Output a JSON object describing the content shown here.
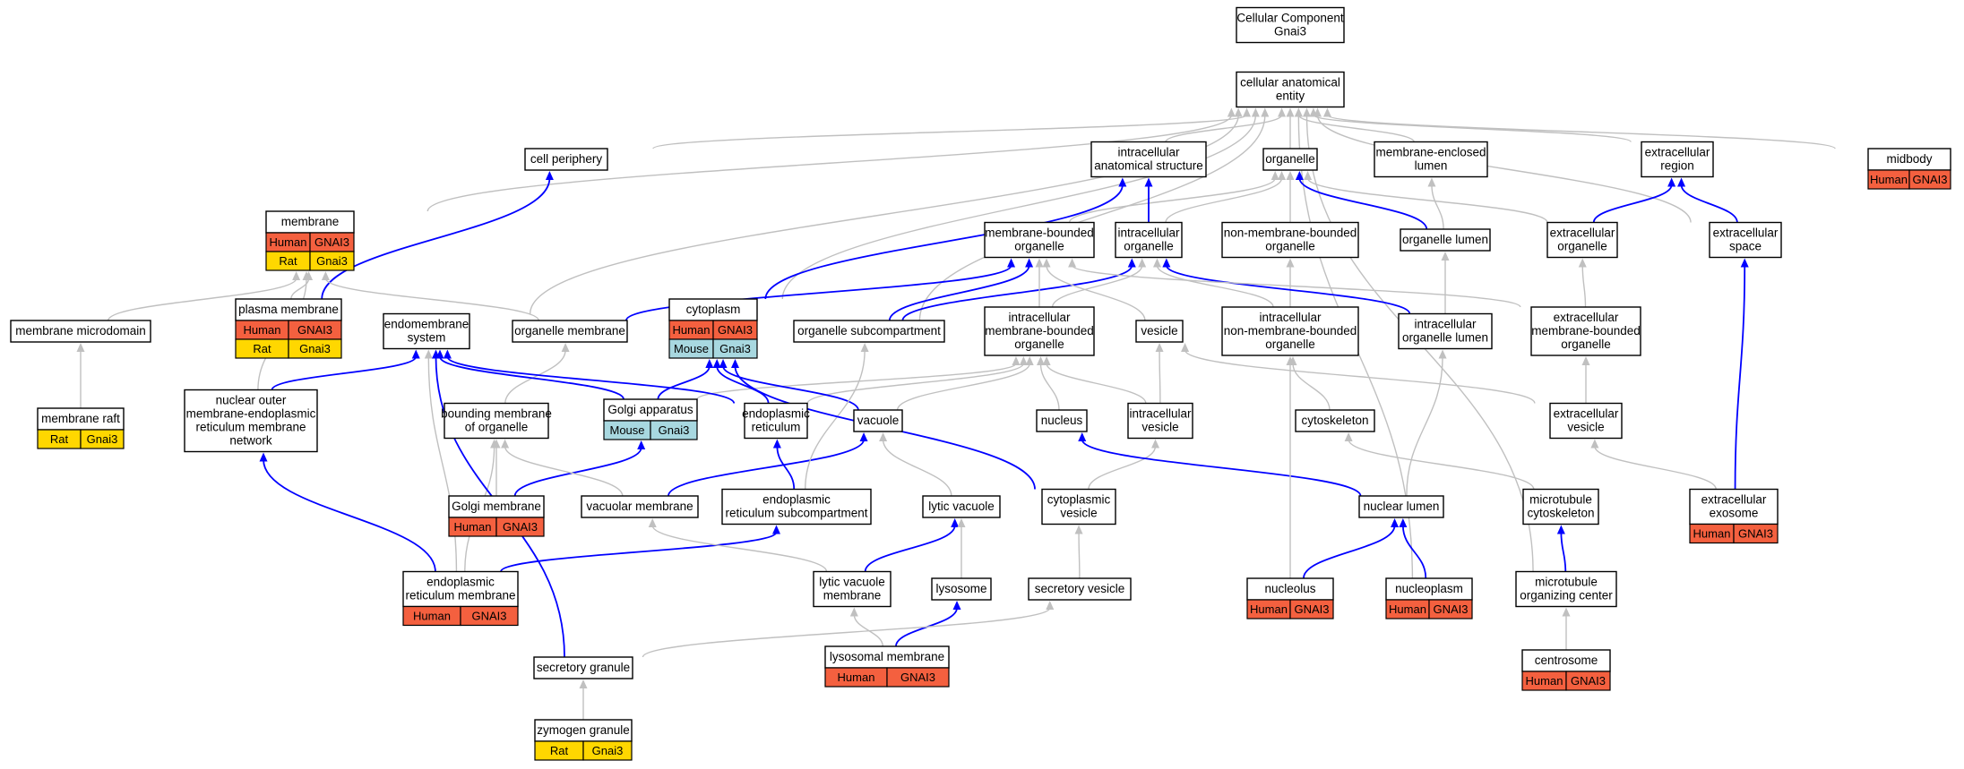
{
  "graph": {
    "title": "Cellular Component\nGnai3",
    "colors": {
      "human": "#f4603f",
      "rat": "#ffd700",
      "mouse": "#a8d8e0",
      "is_a_edge": "#c0c0c0",
      "part_of_edge": "#0000ff"
    },
    "nodes": [
      {
        "id": "root",
        "label": "Cellular Component\nGnai3"
      },
      {
        "id": "cae",
        "label": "cellular anatomical\nentity"
      },
      {
        "id": "cellperiph",
        "label": "cell periphery"
      },
      {
        "id": "ias",
        "label": "intracellular\nanatomical structure"
      },
      {
        "id": "organelle",
        "label": "organelle"
      },
      {
        "id": "mel",
        "label": "membrane-enclosed\nlumen"
      },
      {
        "id": "extreg",
        "label": "extracellular\nregion"
      },
      {
        "id": "midbody",
        "label": "midbody",
        "annotations": [
          {
            "species": "Human",
            "gene": "GNAI3"
          }
        ]
      },
      {
        "id": "membrane",
        "label": "membrane",
        "annotations": [
          {
            "species": "Human",
            "gene": "GNAI3"
          },
          {
            "species": "Rat",
            "gene": "Gnai3"
          }
        ]
      },
      {
        "id": "mbo",
        "label": "membrane-bounded\norganelle"
      },
      {
        "id": "intorg",
        "label": "intracellular\norganelle"
      },
      {
        "id": "nmbo",
        "label": "non-membrane-bounded\norganelle"
      },
      {
        "id": "orglumen",
        "label": "organelle lumen"
      },
      {
        "id": "extorg",
        "label": "extracellular\norganelle"
      },
      {
        "id": "extspace",
        "label": "extracellular\nspace"
      },
      {
        "id": "plasmamem",
        "label": "plasma membrane",
        "annotations": [
          {
            "species": "Human",
            "gene": "GNAI3"
          },
          {
            "species": "Rat",
            "gene": "Gnai3"
          }
        ]
      },
      {
        "id": "memmicro",
        "label": "membrane microdomain"
      },
      {
        "id": "endomem",
        "label": "endomembrane\nsystem"
      },
      {
        "id": "orgmem",
        "label": "organelle membrane"
      },
      {
        "id": "cytoplasm",
        "label": "cytoplasm",
        "annotations": [
          {
            "species": "Human",
            "gene": "GNAI3"
          },
          {
            "species": "Mouse",
            "gene": "Gnai3"
          }
        ]
      },
      {
        "id": "orgsub",
        "label": "organelle subcompartment"
      },
      {
        "id": "imbo",
        "label": "intracellular\nmembrane-bounded\norganelle"
      },
      {
        "id": "vesicle",
        "label": "vesicle"
      },
      {
        "id": "inmbo",
        "label": "intracellular\nnon-membrane-bounded\norganelle"
      },
      {
        "id": "intorglumen",
        "label": "intracellular\norganelle lumen"
      },
      {
        "id": "extmbo",
        "label": "extracellular\nmembrane-bounded\norganelle"
      },
      {
        "id": "memraft",
        "label": "membrane raft",
        "annotations": [
          {
            "species": "Rat",
            "gene": "Gnai3"
          }
        ]
      },
      {
        "id": "nucouter",
        "label": "nuclear outer\nmembrane-endoplasmic\nreticulum membrane\nnetwork"
      },
      {
        "id": "boundmem",
        "label": "bounding membrane\nof organelle"
      },
      {
        "id": "golgi",
        "label": "Golgi apparatus",
        "annotations": [
          {
            "species": "Mouse",
            "gene": "Gnai3"
          }
        ]
      },
      {
        "id": "er",
        "label": "endoplasmic\nreticulum"
      },
      {
        "id": "vacuole",
        "label": "vacuole"
      },
      {
        "id": "nucleus",
        "label": "nucleus"
      },
      {
        "id": "intves",
        "label": "intracellular\nvesicle"
      },
      {
        "id": "cytoskeleton",
        "label": "cytoskeleton"
      },
      {
        "id": "extves",
        "label": "extracellular\nvesicle"
      },
      {
        "id": "golgimem",
        "label": "Golgi membrane",
        "annotations": [
          {
            "species": "Human",
            "gene": "GNAI3"
          }
        ]
      },
      {
        "id": "vacmem",
        "label": "vacuolar membrane"
      },
      {
        "id": "ersub",
        "label": "endoplasmic\nreticulum subcompartment"
      },
      {
        "id": "lytvac",
        "label": "lytic vacuole"
      },
      {
        "id": "cytoves",
        "label": "cytoplasmic\nvesicle"
      },
      {
        "id": "nuclumen",
        "label": "nuclear lumen"
      },
      {
        "id": "mtcyto",
        "label": "microtubule\ncytoskeleton"
      },
      {
        "id": "extexo",
        "label": "extracellular\nexosome",
        "annotations": [
          {
            "species": "Human",
            "gene": "GNAI3"
          }
        ]
      },
      {
        "id": "ermem",
        "label": "endoplasmic\nreticulum membrane",
        "annotations": [
          {
            "species": "Human",
            "gene": "GNAI3"
          }
        ]
      },
      {
        "id": "lytvacmem",
        "label": "lytic vacuole\nmembrane"
      },
      {
        "id": "lysosome",
        "label": "lysosome"
      },
      {
        "id": "secves",
        "label": "secretory vesicle"
      },
      {
        "id": "nucleolus",
        "label": "nucleolus",
        "annotations": [
          {
            "species": "Human",
            "gene": "GNAI3"
          }
        ]
      },
      {
        "id": "nucleoplasm",
        "label": "nucleoplasm",
        "annotations": [
          {
            "species": "Human",
            "gene": "GNAI3"
          }
        ]
      },
      {
        "id": "mtoc",
        "label": "microtubule\norganizing center"
      },
      {
        "id": "lysomem",
        "label": "lysosomal membrane",
        "annotations": [
          {
            "species": "Human",
            "gene": "GNAI3"
          }
        ]
      },
      {
        "id": "secgran",
        "label": "secretory granule"
      },
      {
        "id": "centrosome",
        "label": "centrosome",
        "annotations": [
          {
            "species": "Human",
            "gene": "GNAI3"
          }
        ]
      },
      {
        "id": "zymogen",
        "label": "zymogen granule",
        "annotations": [
          {
            "species": "Rat",
            "gene": "Gnai3"
          }
        ]
      }
    ],
    "edges": [
      {
        "from": "cellperiph",
        "to": "cae",
        "type": "is_a"
      },
      {
        "from": "ias",
        "to": "cae",
        "type": "is_a"
      },
      {
        "from": "organelle",
        "to": "cae",
        "type": "is_a"
      },
      {
        "from": "mel",
        "to": "cae",
        "type": "is_a"
      },
      {
        "from": "extreg",
        "to": "cae",
        "type": "is_a"
      },
      {
        "from": "midbody",
        "to": "cae",
        "type": "is_a"
      },
      {
        "from": "membrane",
        "to": "cae",
        "type": "is_a"
      },
      {
        "from": "extspace",
        "to": "cae",
        "type": "is_a"
      },
      {
        "from": "cytoplasm",
        "to": "cae",
        "type": "is_a"
      },
      {
        "from": "endomem",
        "to": "cae",
        "type": "is_a"
      },
      {
        "from": "orgsub",
        "to": "cae",
        "type": "is_a"
      },
      {
        "from": "nucleoplasm",
        "to": "cae",
        "type": "is_a"
      },
      {
        "from": "mtoc",
        "to": "cae",
        "type": "is_a"
      },
      {
        "from": "mbo",
        "to": "organelle",
        "type": "is_a"
      },
      {
        "from": "intorg",
        "to": "organelle",
        "type": "is_a"
      },
      {
        "from": "nmbo",
        "to": "organelle",
        "type": "is_a"
      },
      {
        "from": "extorg",
        "to": "organelle",
        "type": "is_a"
      },
      {
        "from": "orglumen",
        "to": "organelle",
        "type": "part_of"
      },
      {
        "from": "orglumen",
        "to": "mel",
        "type": "is_a"
      },
      {
        "from": "intorg",
        "to": "ias",
        "type": "part_of"
      },
      {
        "from": "extorg",
        "to": "extreg",
        "type": "part_of"
      },
      {
        "from": "extspace",
        "to": "extreg",
        "type": "part_of"
      },
      {
        "from": "plasmamem",
        "to": "membrane",
        "type": "is_a"
      },
      {
        "from": "plasmamem",
        "to": "cellperiph",
        "type": "part_of"
      },
      {
        "from": "memmicro",
        "to": "membrane",
        "type": "is_a"
      },
      {
        "from": "orgmem",
        "to": "membrane",
        "type": "is_a"
      },
      {
        "from": "nucouter",
        "to": "membrane",
        "type": "is_a"
      },
      {
        "from": "orgmem",
        "to": "mbo",
        "type": "part_of"
      },
      {
        "from": "cytoplasm",
        "to": "ias",
        "type": "part_of"
      },
      {
        "from": "orgsub",
        "to": "mbo",
        "type": "part_of"
      },
      {
        "from": "orgsub",
        "to": "intorg",
        "type": "part_of"
      },
      {
        "from": "imbo",
        "to": "mbo",
        "type": "is_a"
      },
      {
        "from": "imbo",
        "to": "intorg",
        "type": "is_a"
      },
      {
        "from": "vesicle",
        "to": "mbo",
        "type": "is_a"
      },
      {
        "from": "inmbo",
        "to": "nmbo",
        "type": "is_a"
      },
      {
        "from": "inmbo",
        "to": "intorg",
        "type": "is_a"
      },
      {
        "from": "intorglumen",
        "to": "orglumen",
        "type": "is_a"
      },
      {
        "from": "intorglumen",
        "to": "intorg",
        "type": "part_of"
      },
      {
        "from": "extmbo",
        "to": "extorg",
        "type": "is_a"
      },
      {
        "from": "extmbo",
        "to": "mbo",
        "type": "is_a"
      },
      {
        "from": "memraft",
        "to": "memmicro",
        "type": "is_a"
      },
      {
        "from": "nucouter",
        "to": "endomem",
        "type": "part_of"
      },
      {
        "from": "boundmem",
        "to": "orgmem",
        "type": "is_a"
      },
      {
        "from": "golgi",
        "to": "endomem",
        "type": "part_of"
      },
      {
        "from": "golgi",
        "to": "cytoplasm",
        "type": "part_of"
      },
      {
        "from": "golgi",
        "to": "imbo",
        "type": "is_a"
      },
      {
        "from": "er",
        "to": "endomem",
        "type": "part_of"
      },
      {
        "from": "er",
        "to": "cytoplasm",
        "type": "part_of"
      },
      {
        "from": "er",
        "to": "imbo",
        "type": "is_a"
      },
      {
        "from": "vacuole",
        "to": "cytoplasm",
        "type": "part_of"
      },
      {
        "from": "vacuole",
        "to": "imbo",
        "type": "is_a"
      },
      {
        "from": "nucleus",
        "to": "imbo",
        "type": "is_a"
      },
      {
        "from": "intves",
        "to": "imbo",
        "type": "is_a"
      },
      {
        "from": "intves",
        "to": "vesicle",
        "type": "is_a"
      },
      {
        "from": "cytoskeleton",
        "to": "inmbo",
        "type": "is_a"
      },
      {
        "from": "extves",
        "to": "vesicle",
        "type": "is_a"
      },
      {
        "from": "extves",
        "to": "extmbo",
        "type": "is_a"
      },
      {
        "from": "golgimem",
        "to": "boundmem",
        "type": "is_a"
      },
      {
        "from": "golgimem",
        "to": "golgi",
        "type": "part_of"
      },
      {
        "from": "vacmem",
        "to": "boundmem",
        "type": "is_a"
      },
      {
        "from": "vacmem",
        "to": "vacuole",
        "type": "part_of"
      },
      {
        "from": "ersub",
        "to": "er",
        "type": "part_of"
      },
      {
        "from": "ersub",
        "to": "orgsub",
        "type": "is_a"
      },
      {
        "from": "lytvac",
        "to": "vacuole",
        "type": "is_a"
      },
      {
        "from": "cytoves",
        "to": "intves",
        "type": "is_a"
      },
      {
        "from": "cytoves",
        "to": "cytoplasm",
        "type": "part_of"
      },
      {
        "from": "nuclumen",
        "to": "nucleus",
        "type": "part_of"
      },
      {
        "from": "nuclumen",
        "to": "intorglumen",
        "type": "is_a"
      },
      {
        "from": "mtcyto",
        "to": "cytoskeleton",
        "type": "is_a"
      },
      {
        "from": "extexo",
        "to": "extves",
        "type": "is_a"
      },
      {
        "from": "extexo",
        "to": "extspace",
        "type": "part_of"
      },
      {
        "from": "ermem",
        "to": "nucouter",
        "type": "part_of"
      },
      {
        "from": "ermem",
        "to": "endomem",
        "type": "is_a"
      },
      {
        "from": "ermem",
        "to": "boundmem",
        "type": "is_a"
      },
      {
        "from": "ermem",
        "to": "ersub",
        "type": "part_of"
      },
      {
        "from": "lytvacmem",
        "to": "vacmem",
        "type": "is_a"
      },
      {
        "from": "lytvacmem",
        "to": "lytvac",
        "type": "part_of"
      },
      {
        "from": "lysosome",
        "to": "lytvac",
        "type": "is_a"
      },
      {
        "from": "secves",
        "to": "cytoves",
        "type": "is_a"
      },
      {
        "from": "nucleolus",
        "to": "nuclumen",
        "type": "part_of"
      },
      {
        "from": "nucleolus",
        "to": "inmbo",
        "type": "is_a"
      },
      {
        "from": "nucleoplasm",
        "to": "nuclumen",
        "type": "part_of"
      },
      {
        "from": "mtoc",
        "to": "mtcyto",
        "type": "part_of"
      },
      {
        "from": "lysomem",
        "to": "lytvacmem",
        "type": "is_a"
      },
      {
        "from": "lysomem",
        "to": "lysosome",
        "type": "part_of"
      },
      {
        "from": "secgran",
        "to": "secves",
        "type": "is_a"
      },
      {
        "from": "secgran",
        "to": "endomem",
        "type": "part_of"
      },
      {
        "from": "centrosome",
        "to": "mtoc",
        "type": "is_a"
      },
      {
        "from": "zymogen",
        "to": "secgran",
        "type": "is_a"
      }
    ]
  }
}
